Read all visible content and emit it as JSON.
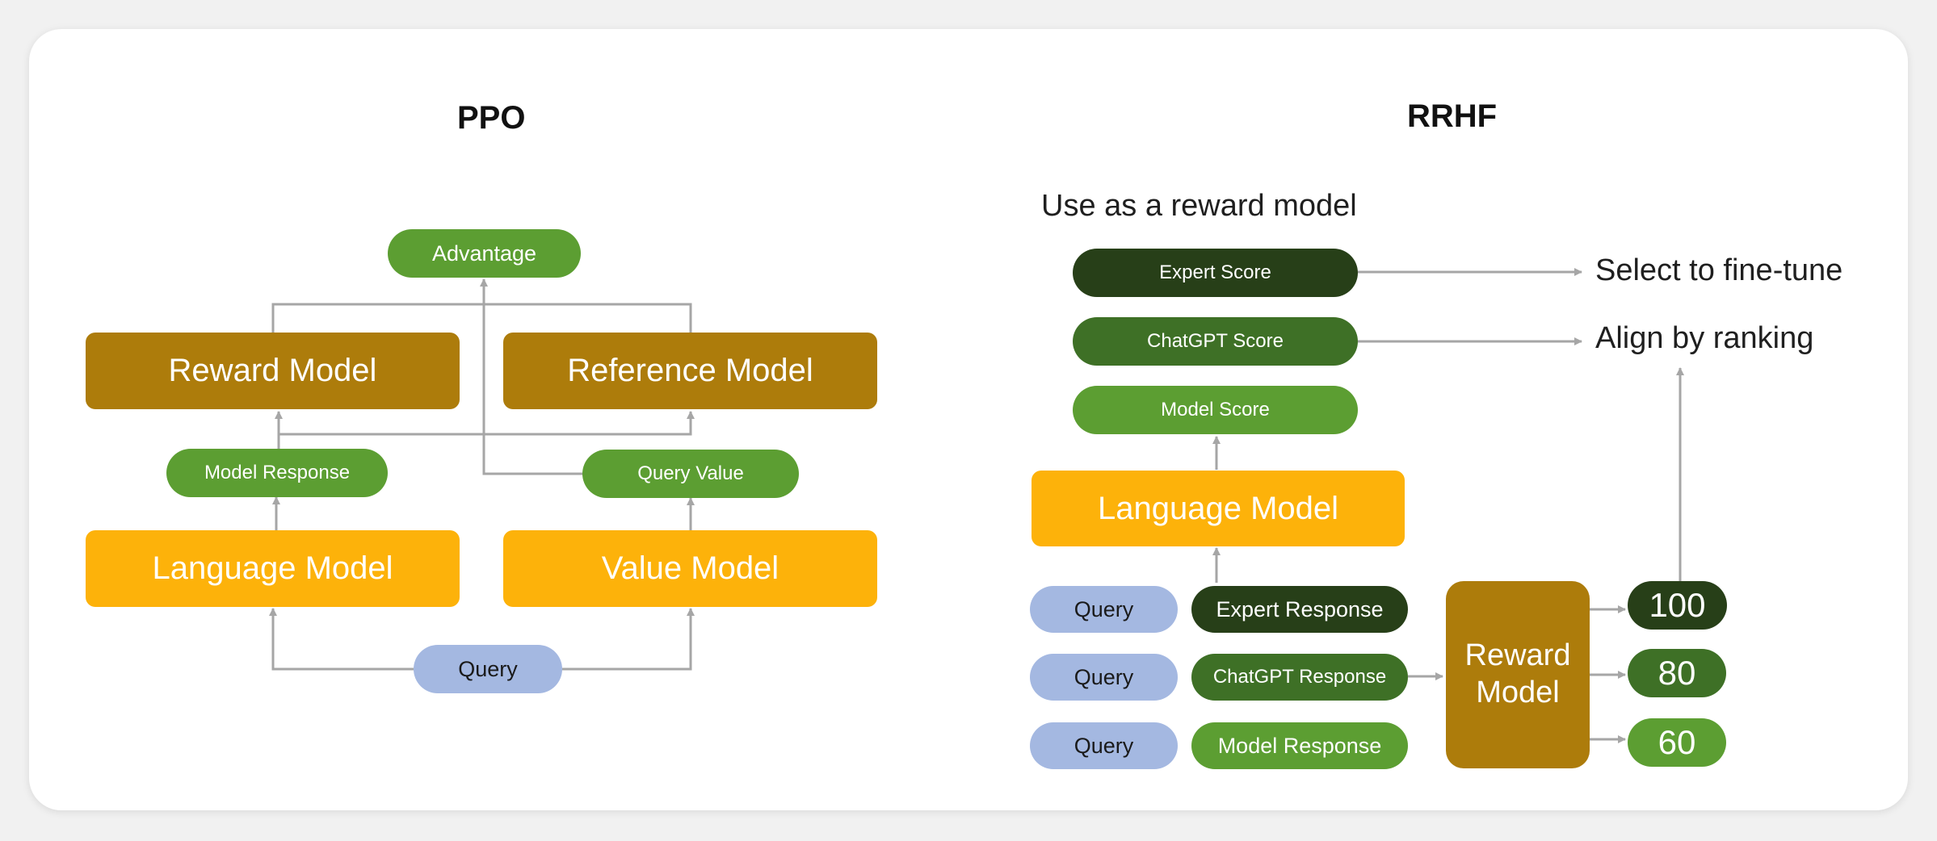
{
  "ppo": {
    "title": "PPO",
    "advantage": "Advantage",
    "reward_model": "Reward Model",
    "reference_model": "Reference Model",
    "model_response": "Model Response",
    "query_value": "Query Value",
    "language_model": "Language Model",
    "value_model": "Value Model",
    "query": "Query"
  },
  "rrhf": {
    "title": "RRHF",
    "reward_note": "Use as a reward model",
    "expert_score": "Expert Score",
    "chatgpt_score": "ChatGPT Score",
    "model_score": "Model Score",
    "language_model": "Language Model",
    "queries": [
      "Query",
      "Query",
      "Query"
    ],
    "expert_response": "Expert Response",
    "chatgpt_response": "ChatGPT Response",
    "model_response": "Model Response",
    "reward_model": "Reward\nModel",
    "scores": [
      "100",
      "80",
      "60"
    ],
    "select_label": "Select to fine-tune",
    "align_label": "Align by ranking"
  },
  "colors": {
    "gold": "#ad7c0b",
    "yellow": "#fdb20a",
    "light_green": "#5c9e32",
    "mid_green": "#3e7026",
    "dark_green": "#273f18",
    "query_blue": "#a4b8e1",
    "arrow_gray": "#a6a6a6"
  }
}
